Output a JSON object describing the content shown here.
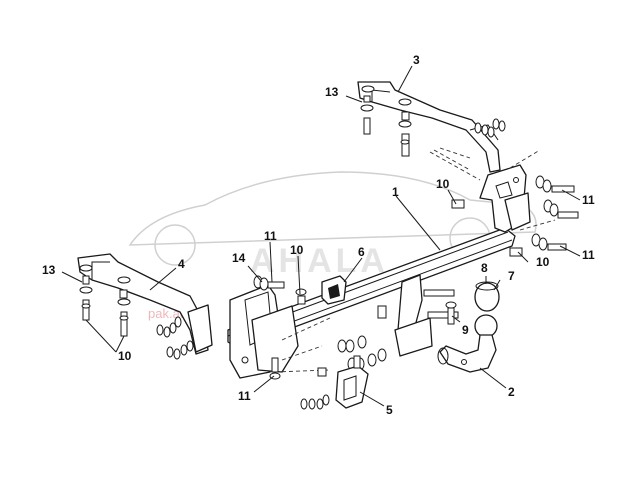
{
  "watermark": {
    "brand": "AHALA",
    "url": "pak.auto…"
  },
  "callouts": [
    {
      "id": "c3",
      "text": "3"
    },
    {
      "id": "c13a",
      "text": "13"
    },
    {
      "id": "c10a",
      "text": "10"
    },
    {
      "id": "c11a",
      "text": "11"
    },
    {
      "id": "c1",
      "text": "1"
    },
    {
      "id": "c11b",
      "text": "11"
    },
    {
      "id": "c10b",
      "text": "10"
    },
    {
      "id": "c13b",
      "text": "13"
    },
    {
      "id": "c4",
      "text": "4"
    },
    {
      "id": "c11c",
      "text": "11"
    },
    {
      "id": "c14",
      "text": "14"
    },
    {
      "id": "c10c",
      "text": "10"
    },
    {
      "id": "c6",
      "text": "6"
    },
    {
      "id": "c8",
      "text": "8"
    },
    {
      "id": "c7",
      "text": "7"
    },
    {
      "id": "c9",
      "text": "9"
    },
    {
      "id": "c10d",
      "text": "10"
    },
    {
      "id": "c11d",
      "text": "11"
    },
    {
      "id": "c2",
      "text": "2"
    },
    {
      "id": "c5",
      "text": "5"
    }
  ]
}
